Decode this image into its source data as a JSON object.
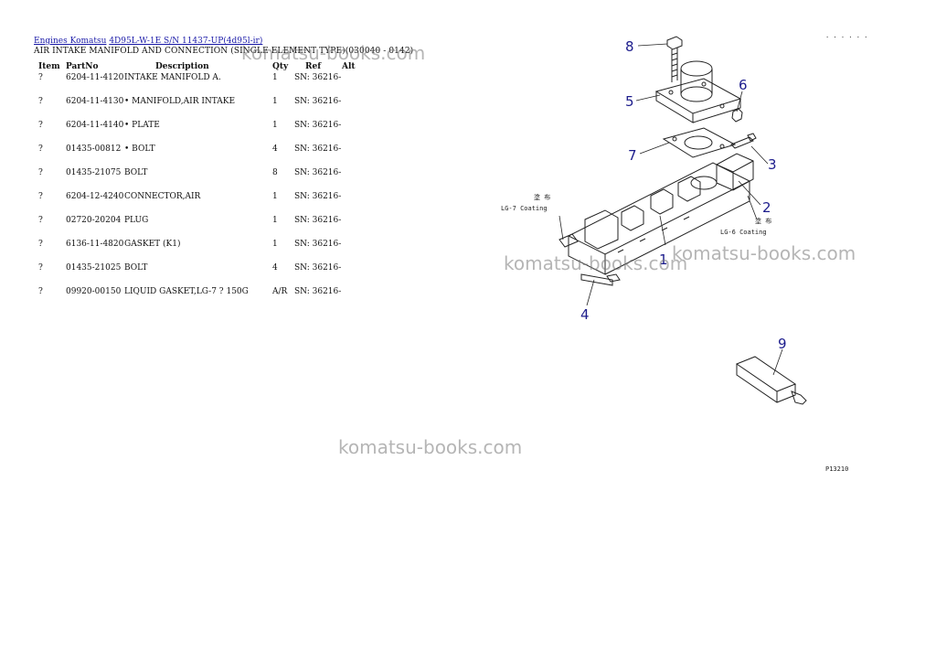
{
  "breadcrumb": {
    "root": "Engines Komatsu",
    "model": "4D95L-W-1E S/N 11437-UP(4d95l-ir)"
  },
  "page_title": "AIR INTAKE MANIFOLD AND CONNECTION (SINGLE ELEMENT TYPE)(030040 - 0142)",
  "table": {
    "headers": {
      "item": "Item",
      "part": "PartNo",
      "desc": "Description",
      "qty": "Qty",
      "ref": "Ref",
      "alt": "Alt"
    },
    "rows": [
      {
        "item": "?",
        "part": "6204-11-4120",
        "desc": "INTAKE MANIFOLD A.",
        "qty": "1",
        "ref": "SN: 36216-"
      },
      {
        "item": "?",
        "part": "6204-11-4130",
        "desc": "• MANIFOLD,AIR INTAKE",
        "qty": "1",
        "ref": "SN: 36216-"
      },
      {
        "item": "?",
        "part": "6204-11-4140",
        "desc": "• PLATE",
        "qty": "1",
        "ref": "SN: 36216-"
      },
      {
        "item": "?",
        "part": "01435-00812",
        "desc": "• BOLT",
        "qty": "4",
        "ref": "SN: 36216-"
      },
      {
        "item": "?",
        "part": "01435-21075",
        "desc": "BOLT",
        "qty": "8",
        "ref": "SN: 36216-"
      },
      {
        "item": "?",
        "part": "6204-12-4240",
        "desc": "CONNECTOR,AIR",
        "qty": "1",
        "ref": "SN: 36216-"
      },
      {
        "item": "?",
        "part": "02720-20204",
        "desc": "PLUG",
        "qty": "1",
        "ref": "SN: 36216-"
      },
      {
        "item": "?",
        "part": "6136-11-4820",
        "desc": "GASKET (K1)",
        "qty": "1",
        "ref": "SN: 36216-"
      },
      {
        "item": "?",
        "part": "01435-21025",
        "desc": "BOLT",
        "qty": "4",
        "ref": "SN: 36216-"
      },
      {
        "item": "?",
        "part": "09920-00150",
        "desc": "LIQUID GASKET,LG-7 ? 150G",
        "qty": "A/R",
        "ref": "SN: 36216-"
      }
    ]
  },
  "watermark": "komatsu-books.com",
  "diagram": {
    "callouts": [
      "1",
      "2",
      "3",
      "4",
      "5",
      "6",
      "7",
      "8",
      "9"
    ],
    "note_lg7_jp": "塗 布",
    "note_lg7": "LG-7 Coating",
    "note_lg6_jp": "塗 布",
    "note_lg6": "LG-6 Coating",
    "drawing_code": "P13210"
  }
}
